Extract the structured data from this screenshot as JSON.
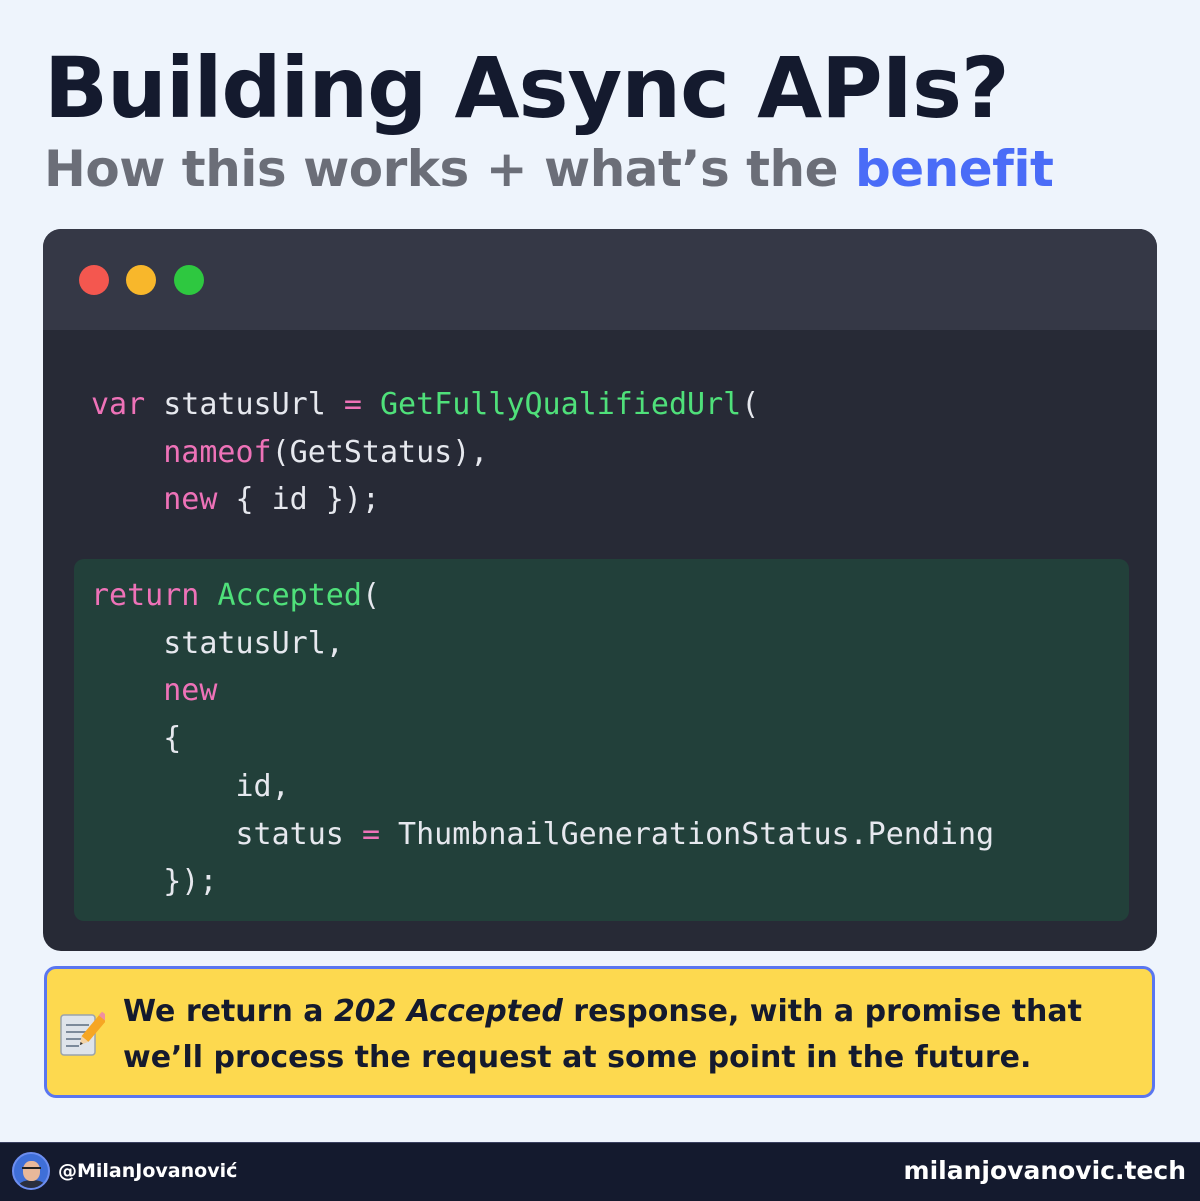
{
  "header": {
    "title": "Building Async APIs?",
    "subtitle_main": "How this works + what’s the ",
    "subtitle_accent": "benefit"
  },
  "code_window": {
    "line1": {
      "kw": "var",
      "ident": " statusUrl ",
      "op": "=",
      "sp": " ",
      "fn": "GetFullyQualifiedUrl",
      "punct": "("
    },
    "line2": {
      "indent": "    ",
      "kw": "nameof",
      "rest": "(GetStatus),"
    },
    "line3": {
      "indent": "    ",
      "kw": "new",
      "rest": " { id });"
    },
    "line4": {
      "kw": "return",
      "sp": " ",
      "fn": "Accepted",
      "punct": "("
    },
    "line5": {
      "indent": "    ",
      "rest": "statusUrl,"
    },
    "line6": {
      "indent": "    ",
      "kw": "new"
    },
    "line7": {
      "indent": "    ",
      "rest": "{"
    },
    "line8": {
      "indent": "        ",
      "rest": "id,"
    },
    "line9": {
      "indent": "        ",
      "ident": "status ",
      "op": "=",
      "rest": " ThumbnailGenerationStatus.Pending"
    },
    "line10": {
      "indent": "    ",
      "rest": "});"
    }
  },
  "note": {
    "icon": "memo-pencil-icon",
    "text_before": "We return a ",
    "text_emphasis": "202 Accepted",
    "text_after": " response, with a promise that we’ll process the request at some point in the future."
  },
  "footer": {
    "handle": "@MilanJovanović",
    "site": "milanjovanovic.tech"
  },
  "colors": {
    "background": "#eef4fc",
    "title": "#141a2e",
    "accent": "#4a6cf7",
    "code_bg": "#272a36",
    "highlight_bg": "#22403a",
    "keyword": "#ee72b8",
    "function": "#4fe07a",
    "note_bg": "#fdd94f"
  }
}
